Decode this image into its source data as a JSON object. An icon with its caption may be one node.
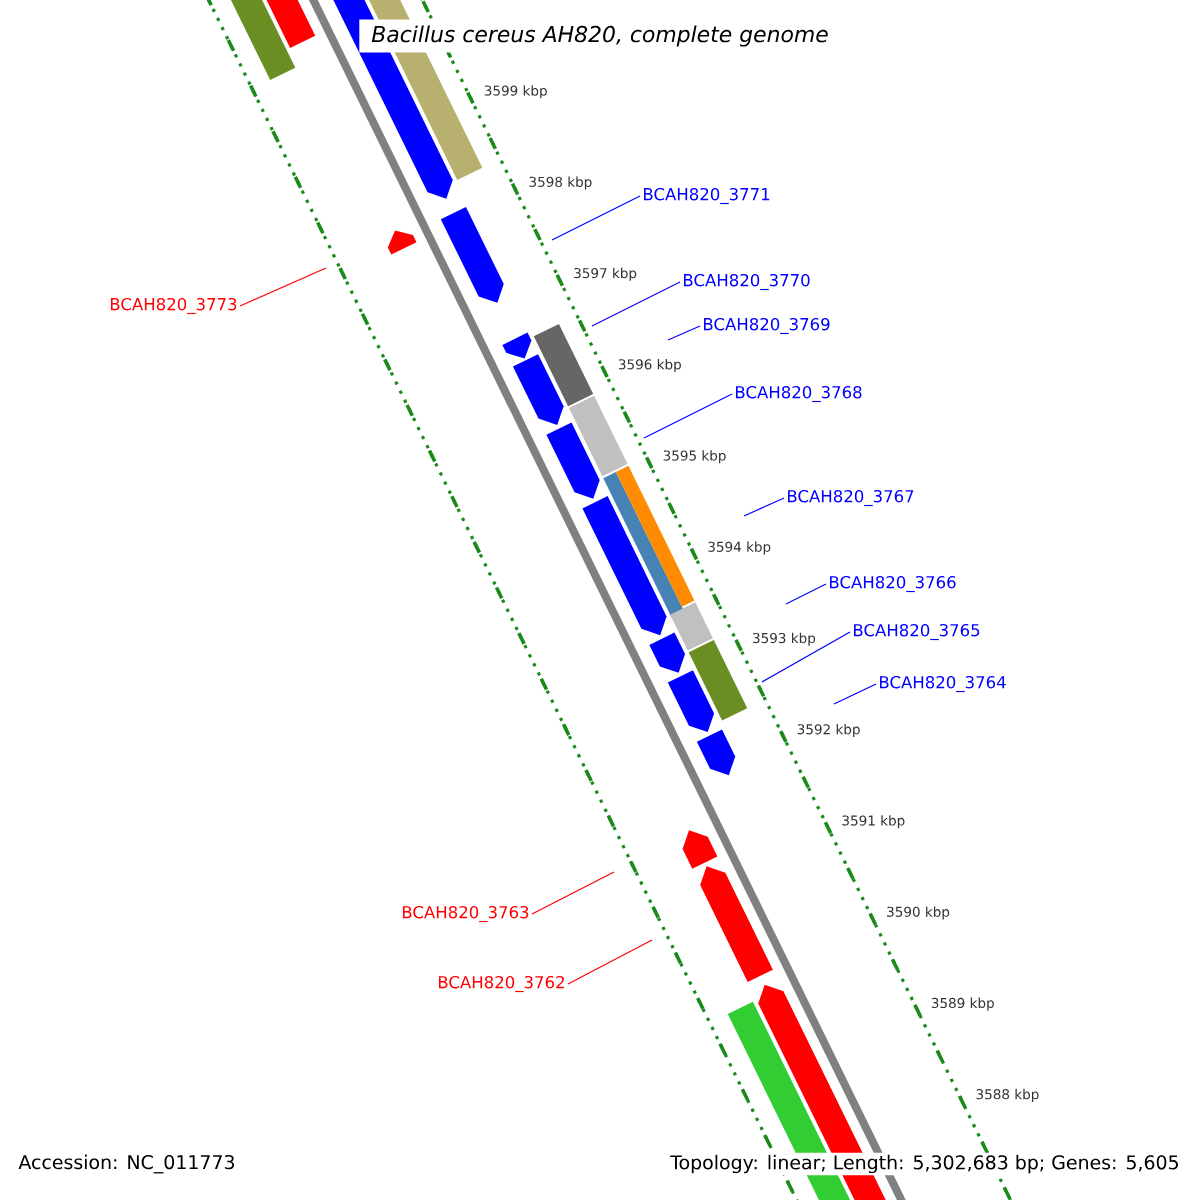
{
  "diagram": {
    "title": "*Bacillus cereus* AH820, complete genome",
    "nodes": [
      {
        "text": [
          "BCAH820_3771"
        ]
      },
      {
        "text": [
          "BCAH820_3770"
        ]
      },
      {
        "text": [
          "BCAH820_3773"
        ]
      },
      {
        "text": [
          "BCAH820_3769"
        ]
      },
      {
        "text": [
          "BCAH820_3768"
        ]
      },
      {
        "text": [
          "BCAH820_3767"
        ]
      },
      {
        "text": [
          "BCAH820_3766"
        ]
      },
      {
        "text": [
          "BCAH820_3765"
        ]
      },
      {
        "text": [
          "BCAH820_3764"
        ]
      },
      {
        "text": [
          "BCAH820_3763"
        ]
      },
      {
        "text": [
          "BCAH820_3762"
        ]
      }
    ],
    "edges": [
      {
        "from": 0,
        "to": null,
        "arrow": "none"
      },
      {
        "from": 1,
        "to": null,
        "arrow": "none"
      },
      {
        "from": 2,
        "to": null,
        "arrow": "none",
        "color": "#ff0000"
      },
      {
        "from": 3,
        "to": null,
        "arrow": "none"
      },
      {
        "from": 4,
        "to": null,
        "arrow": "none"
      },
      {
        "from": 5,
        "to": null,
        "arrow": "none"
      },
      {
        "from": 6,
        "to": null,
        "arrow": "none"
      },
      {
        "from": 7,
        "to": null,
        "arrow": "none"
      },
      {
        "from": 8,
        "to": null,
        "arrow": "none"
      },
      {
        "from": 9,
        "to": null,
        "arrow": "none",
        "color": "#ff0000"
      },
      {
        "from": 10,
        "to": null,
        "arrow": "none",
        "color": "#ff0000"
      }
    ],
    "labels": [
      "3599 kbp",
      "3598 kbp",
      "3597 kbp",
      "3596 kbp",
      "3595 kbp",
      "3594 kbp",
      "3593 kbp",
      "3592 kbp",
      "3591 kbp",
      "3590 kbp",
      "3589 kbp",
      "3588 kbp",
      "Accession: NC_011773",
      "Topology: linear; Length: 5,302,683 bp; Genes: 5,605"
    ]
  }
}
